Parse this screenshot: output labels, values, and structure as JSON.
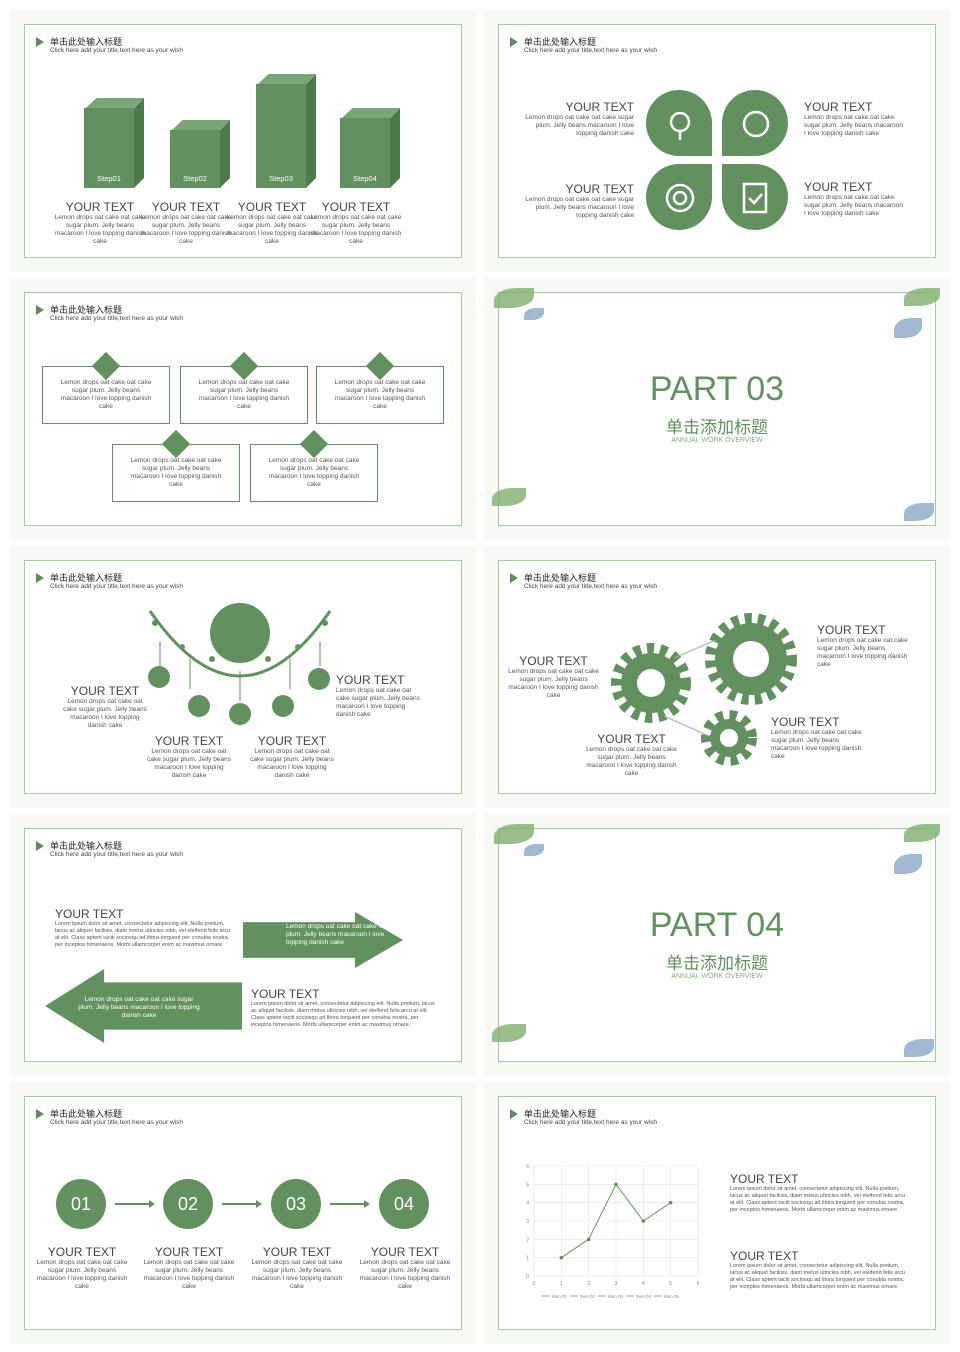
{
  "header": {
    "title": "单击此处输入标题",
    "subtitle": "Click here add your title,text here as your wish"
  },
  "your_text": "YOUR TEXT",
  "lemon": "Lemon drops oat cake oat cake sugar plum. Jelly beans macaroon I love topping danish cake",
  "lorem": "Lorem ipsum dolor sit amet, consectetur adipiscing elit. Nulla pretium, lacus ac aliquet facilisis, diam metus ultricies nibh, vel eleifend felis arcu at elit. Class aptent taciti sociosqu ad litora torquent per conubia nostra, per inceptos himenaeos. Morbi ullamcorper enim ac maximus ornare.",
  "arrow_text": "Lemon drops oat cake oat cake sugar plum. Jelly beans macaroon I love topping danish cake",
  "steps": [
    "Step01",
    "Step02",
    "Step03",
    "Step04"
  ],
  "part3": {
    "title": "PART 03",
    "cn": "单击添加标题",
    "en": "ANNUAL WORK OVERVIEW"
  },
  "part4": {
    "title": "PART 04",
    "cn": "单击添加标题",
    "en": "ANNUAL WORK OVERVIEW"
  },
  "numbers": [
    "01",
    "02",
    "03",
    "04"
  ],
  "colors": {
    "accent": "#62905f",
    "frame": "#a9c7a0"
  },
  "chart_data": {
    "type": "line",
    "x": [
      1,
      2,
      3,
      4,
      5
    ],
    "values": [
      1,
      2,
      5,
      3,
      4
    ],
    "xlim": [
      0,
      6
    ],
    "ylim": [
      0,
      6
    ],
    "xticks": [
      0,
      1,
      2,
      3,
      4,
      5,
      6
    ],
    "yticks": [
      0,
      1,
      2,
      3,
      4,
      5,
      6
    ],
    "legend": [
      "Item 01",
      "Item 02",
      "Item 03",
      "Item 04",
      "Item 05"
    ],
    "grid": true
  }
}
